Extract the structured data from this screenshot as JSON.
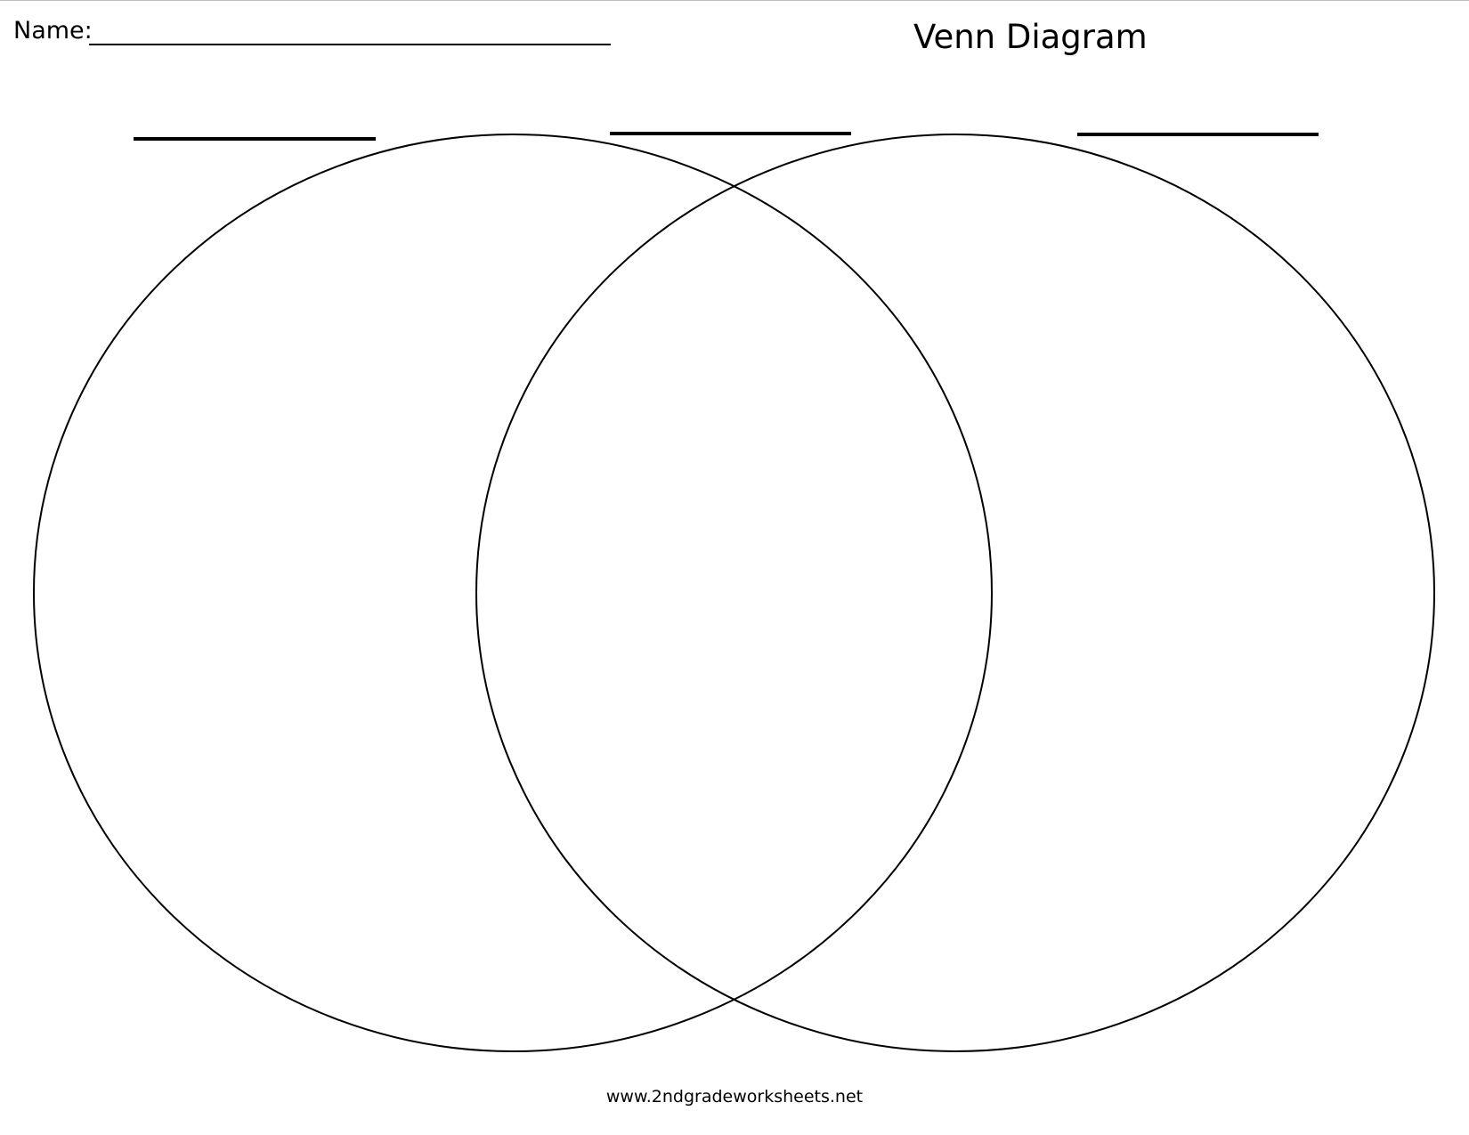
{
  "worksheet": {
    "name_label": "Name:",
    "title": "Venn Diagram",
    "footer_url": "www.2ndgradeworksheets.net"
  },
  "diagram": {
    "circle_count": 2,
    "label_blank_count": 3,
    "stroke_color": "#000000"
  }
}
